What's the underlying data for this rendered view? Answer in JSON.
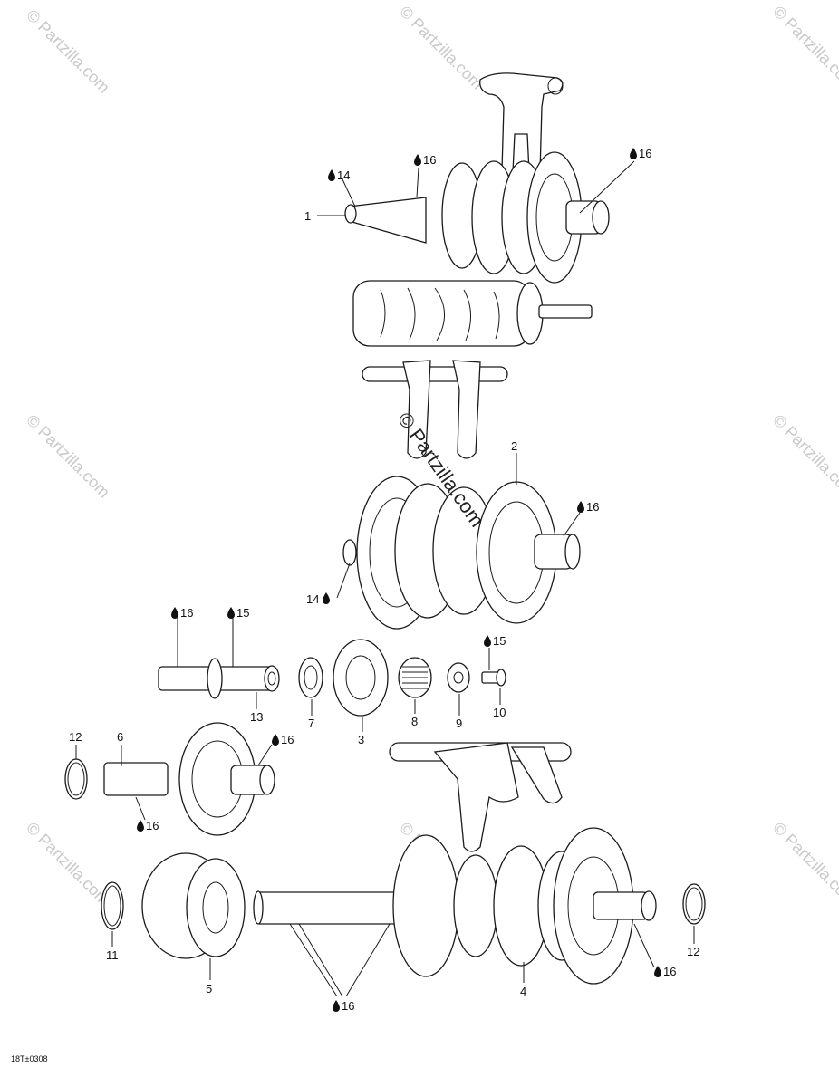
{
  "watermark": "© Partzilla.com",
  "drawing_code": "18T±0308",
  "callouts": [
    {
      "id": "c1",
      "label": "1"
    },
    {
      "id": "c2",
      "label": "2"
    },
    {
      "id": "c3",
      "label": "3"
    },
    {
      "id": "c4",
      "label": "4"
    },
    {
      "id": "c5",
      "label": "5"
    },
    {
      "id": "c6",
      "label": "6"
    },
    {
      "id": "c7",
      "label": "7"
    },
    {
      "id": "c8",
      "label": "8"
    },
    {
      "id": "c9",
      "label": "9"
    },
    {
      "id": "c10",
      "label": "10"
    },
    {
      "id": "c11",
      "label": "11"
    },
    {
      "id": "c12a",
      "label": "12"
    },
    {
      "id": "c12b",
      "label": "12"
    },
    {
      "id": "c13",
      "label": "13"
    }
  ],
  "lubricant_marks": [
    {
      "id": "l14a",
      "label": "14"
    },
    {
      "id": "l16a",
      "label": "16"
    },
    {
      "id": "l16b",
      "label": "16"
    },
    {
      "id": "l16c",
      "label": "16"
    },
    {
      "id": "l16d",
      "label": "16"
    },
    {
      "id": "l15a",
      "label": "15"
    },
    {
      "id": "l15b",
      "label": "15"
    },
    {
      "id": "l14b",
      "label": "14"
    },
    {
      "id": "l16e",
      "label": "16"
    },
    {
      "id": "l16f",
      "label": "16"
    },
    {
      "id": "l16g",
      "label": "16"
    },
    {
      "id": "l16h",
      "label": "16"
    }
  ]
}
